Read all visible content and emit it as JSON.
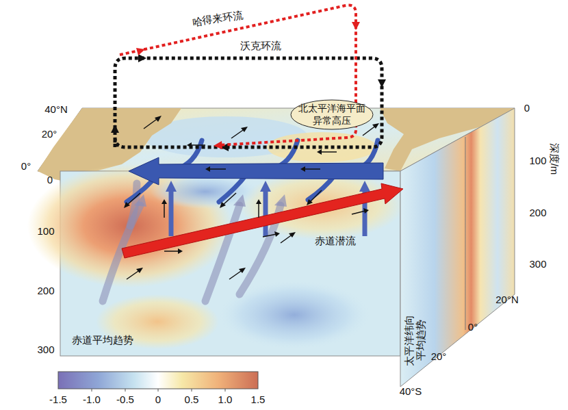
{
  "diagram": {
    "nodes": [
      {
        "text": [
          "北太平洋海平面 异常高压"
        ]
      }
    ],
    "labels": [
      "哈得来环流",
      "沃克环流",
      "赤道潜流",
      "赤道平均趋势",
      "太平洋纬向平均趋势",
      "深度/m",
      "40°N",
      "20°",
      "0°",
      "0",
      "100",
      "200",
      "300",
      "0",
      "100",
      "200",
      "300",
      "20°N",
      "0°",
      "20°",
      "40°S",
      "-1.5",
      "-1.0",
      "-0.5",
      "0",
      "0.5",
      "1.0",
      "1.5"
    ]
  }
}
